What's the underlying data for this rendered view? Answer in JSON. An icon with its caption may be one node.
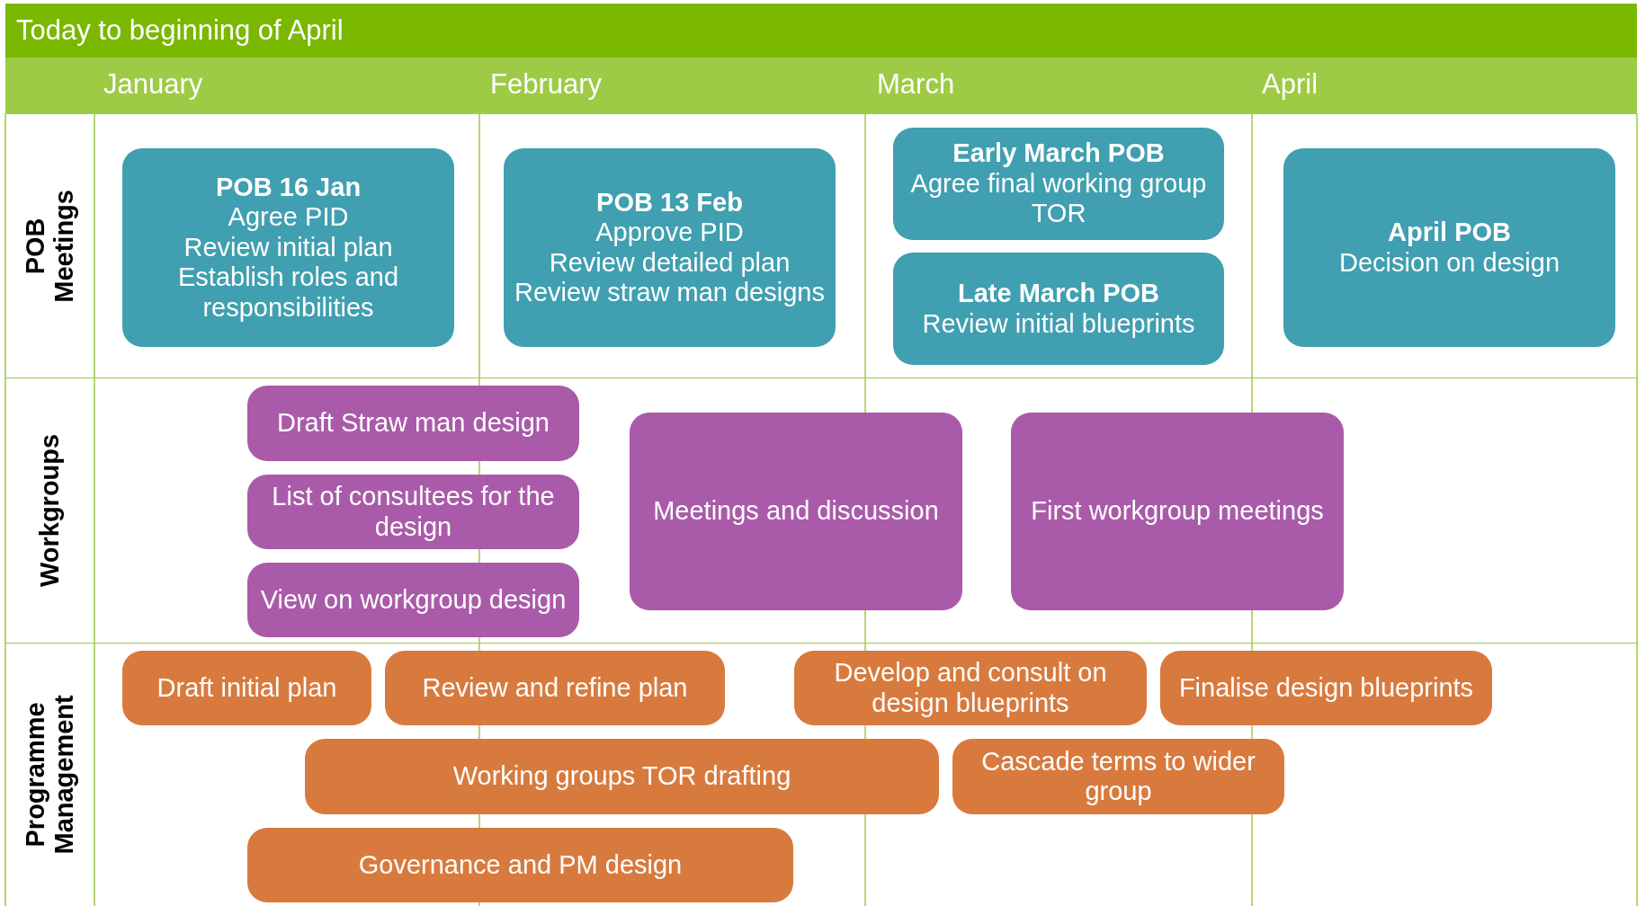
{
  "diagram": {
    "title": "Today to beginning of April",
    "nodes": [
      {
        "text": [
          "POB Meetings"
        ]
      },
      {
        "text": [
          "POB 16 Jan",
          "Agree PID",
          "Review initial plan",
          "Establish roles and responsibilities"
        ],
        "in": 0
      },
      {
        "text": [
          "POB 13 Feb",
          "Approve PID",
          "Review detailed plan",
          "Review straw man designs"
        ],
        "in": 0
      },
      {
        "text": [
          "Early March POB",
          "Agree final working group TOR"
        ],
        "in": 0
      },
      {
        "text": [
          "Late March POB",
          "Review initial blueprints"
        ],
        "in": 0
      },
      {
        "text": [
          "April POB",
          "Decision on design"
        ],
        "in": 0
      },
      {
        "text": [
          "Workgroups"
        ]
      },
      {
        "text": [
          "Draft Straw man design"
        ],
        "in": 6
      },
      {
        "text": [
          "List of consultees for the design"
        ],
        "in": 6
      },
      {
        "text": [
          "View on workgroup design"
        ],
        "in": 6
      },
      {
        "text": [
          "Meetings and discussion"
        ],
        "in": 6
      },
      {
        "text": [
          "First workgroup meetings"
        ],
        "in": 6
      },
      {
        "text": [
          "Programme Management"
        ]
      },
      {
        "text": [
          "Draft initial plan"
        ],
        "in": 12
      },
      {
        "text": [
          "Review and refine plan"
        ],
        "in": 12
      },
      {
        "text": [
          "Develop and consult on design blueprints"
        ],
        "in": 12
      },
      {
        "text": [
          "Finalise design blueprints"
        ],
        "in": 12
      },
      {
        "text": [
          "Working groups TOR drafting"
        ],
        "in": 12
      },
      {
        "text": [
          "Cascade terms to wider group"
        ],
        "in": 12
      },
      {
        "text": [
          "Governance and PM design"
        ],
        "in": 12
      }
    ],
    "edges": [],
    "labels": [
      "January",
      "February",
      "March",
      "April"
    ]
  }
}
